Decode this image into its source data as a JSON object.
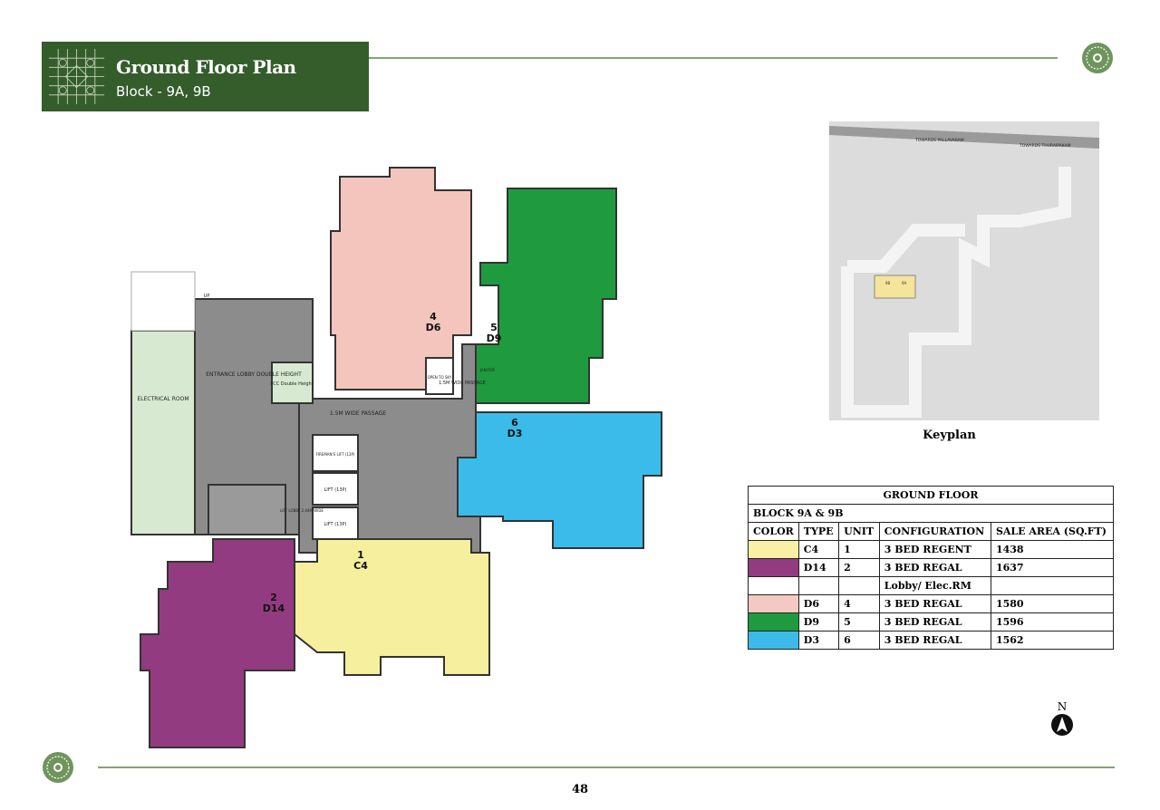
{
  "header": {
    "title": "Ground Floor Plan",
    "subtitle": "Block - 9A, 9B"
  },
  "keyplan": {
    "caption": "Keyplan",
    "road_left": "TOWARDS PALLAVARAM",
    "road_right": "TOWARDS THURAIPAKAM",
    "block_labels": [
      "9B",
      "9A"
    ]
  },
  "plan": {
    "units": [
      {
        "unit": "1",
        "type": "C4",
        "color": "#f6ef9e"
      },
      {
        "unit": "2",
        "type": "D14",
        "color": "#933b80"
      },
      {
        "unit": "4",
        "type": "D6",
        "color": "#f3c5bd"
      },
      {
        "unit": "5",
        "type": "D9",
        "color": "#1f9a3f"
      },
      {
        "unit": "6",
        "type": "D3",
        "color": "#3bbbea"
      }
    ],
    "rooms": {
      "electrical": "ELECTRICAL ROOM",
      "lobby": "ENTRANCE LOBBY DOUBLE HEIGHT",
      "fcc": "FCC Double Height",
      "passage": "1.5M WIDE PASSAGE",
      "passage2": "1.5M WIDE PASSAGE",
      "open_sky": "OPEN TO SKY",
      "firemans_lift": "FIREMAN'S LIFT (13P)",
      "lift1": "LIFT (13P)",
      "lift2": "LIFT (13P)",
      "lift_lobby": "LIFT LOBBY 2.44M WIDE",
      "janitor": "JANITOR",
      "up": "UP"
    }
  },
  "legend": {
    "title": "GROUND FLOOR",
    "block": "BLOCK 9A & 9B",
    "headers": [
      "COLOR",
      "TYPE",
      "UNIT",
      "CONFIGURATION",
      "SALE AREA (SQ.FT)"
    ],
    "rows": [
      {
        "color": "#f8f1a3",
        "type": "C4",
        "unit": "1",
        "config": "3 BED REGENT",
        "area": "1438"
      },
      {
        "color": "#933b80",
        "type": "D14",
        "unit": "2",
        "config": "3 BED REGAL",
        "area": "1637"
      },
      {
        "color": "#ffffff",
        "type": "",
        "unit": "",
        "config": "Lobby/ Elec.RM",
        "area": ""
      },
      {
        "color": "#f3c9c1",
        "type": "D6",
        "unit": "4",
        "config": "3 BED REGAL",
        "area": "1580"
      },
      {
        "color": "#1f9a3f",
        "type": "D9",
        "unit": "5",
        "config": "3 BED REGAL",
        "area": "1596"
      },
      {
        "color": "#3bbbea",
        "type": "D3",
        "unit": "6",
        "config": "3 BED REGAL",
        "area": "1562"
      }
    ]
  },
  "compass": {
    "label": "N"
  },
  "page_number": "48",
  "colors": {
    "brand_green": "#345d2b",
    "rule": "#86a371"
  }
}
